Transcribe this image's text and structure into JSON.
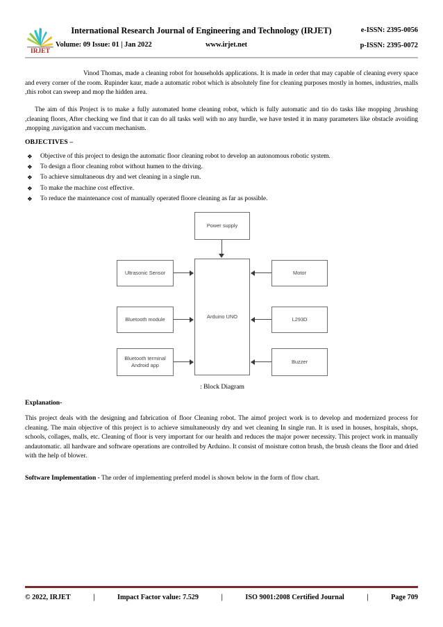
{
  "header": {
    "logo_text": "IRJET",
    "title": "International Research Journal of Engineering and Technology (IRJET)",
    "volume": "Volume: 09 Issue: 01 | Jan 2022",
    "website": "www.irjet.net",
    "e_issn": "e-ISSN: 2395-0056",
    "p_issn": "p-ISSN: 2395-0072",
    "rule_color": "#b9b9b9"
  },
  "body": {
    "paragraph_1": "Vinod Thomas, made a cleaning robot for households applications. It is made  in order that may capable of cleaning every space and every corner of the room. Rupinder kaur, made a automatic robot which is absolutely fine for cleaning purposes mostly in homes, industries, malls ,this robot can sweep  and mop  the hidden area.",
    "paragraph_2": "The aim of this Project is to make a fully automated home cleaning robot, which  is fully automatic and  tio do tasks like mopping ,brushing ,cleaning floors,  After checking we find that it can do all tasks well with no any hurdle, we  have tested it in many parameters like obstacle avoiding ,mopping ,navigation  and vaccum mechanism.",
    "objectives_heading": "OBJECTIVES –",
    "objectives_bullet_glyph": "❖",
    "objectives": [
      "Objective of this project to design the automatic floor cleaning robot to develop an autonomous  robotic system.",
      "To design a floor cleaning robot  without humen to the driving.",
      "To achieve  simultaneous dry and wet cleaning in a single run.",
      "To make the machine cost effective.",
      "To reduce the maintenance cost of manually operated floore cleaning as far as possible."
    ],
    "explanation_heading": "Explanation-",
    "paragraph_3": "This project  deals with the designing and fabrication of floor Cleaning robot. The aimof project work is to develop and modernized process for cleaning. The main objective of this project is to achieve simultaneously dry and wet cleaning In single run. It is used in houses, hospitals, shops, schools, collages, malls, etc. Cleaning of floor is very important  for our health and reduces the major power necessity. This project work in manually andautomatic. all hardware and software operations are controlled by Arduino. It consist of moisture cotton brush, the brush cleans the floor and dried with the help of blower.",
    "software_label": "Software Implementation - ",
    "software_text": " The order of implementing preferd model is shown below in the form of flow chart."
  },
  "diagram": {
    "caption": ": Block Diagram",
    "blocks": {
      "power_supply": "Power supply",
      "ultrasonic_sensor": "Ultrasonic Sensor",
      "bluetooth_module": "Bluetooth module",
      "bluetooth_terminal": "Bluetooth terminal Android app",
      "controller": "Arduino UNO",
      "motor": "Motor",
      "driver": "L293D",
      "buzzer": "Buzzer"
    },
    "box_border_color": "#6e6e6e",
    "arrow_color": "#3a3a3a"
  },
  "footer": {
    "copyright": "© 2022, IRJET",
    "sep1": "|",
    "impact_factor": "Impact Factor value: 7.529",
    "sep2": "|",
    "certification": "ISO 9001:2008 Certified Journal",
    "sep3": "|",
    "page": "Page 709",
    "rule_color": "#7b2b2b"
  }
}
